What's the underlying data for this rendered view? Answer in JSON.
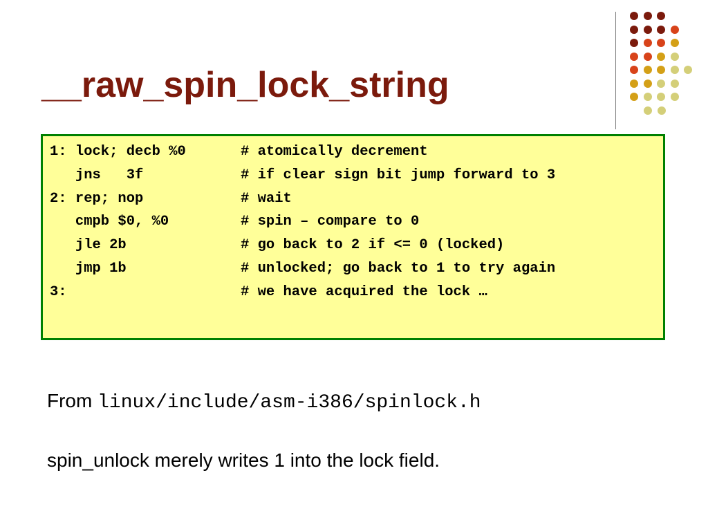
{
  "slide": {
    "title": "__raw_spin_lock_string",
    "colors": {
      "title": "#7b1a0c",
      "code_background": "#ffff99",
      "code_border": "#008000",
      "dot_palette": [
        "#7b1a0c",
        "#d8431a",
        "#d4a017",
        "#d4cf79"
      ]
    },
    "code_lines": [
      {
        "code": "1: lock; decb %0",
        "comment": "# atomically decrement"
      },
      {
        "code": "   jns   3f",
        "comment": "# if clear sign bit jump forward to 3"
      },
      {
        "code": "2: rep; nop",
        "comment": "# wait"
      },
      {
        "code": "   cmpb $0, %0",
        "comment": "# spin – compare to 0"
      },
      {
        "code": "   jle 2b",
        "comment": "# go back to 2 if <= 0 (locked)"
      },
      {
        "code": "   jmp 1b",
        "comment": "# unlocked; go back to 1 to try again"
      },
      {
        "code": "3:",
        "comment": "# we have acquired the lock …"
      }
    ],
    "source": {
      "prefix": "From ",
      "path": "linux/include/asm-i386/spinlock.h"
    },
    "note": "spin_unlock merely writes 1 into the lock field."
  }
}
